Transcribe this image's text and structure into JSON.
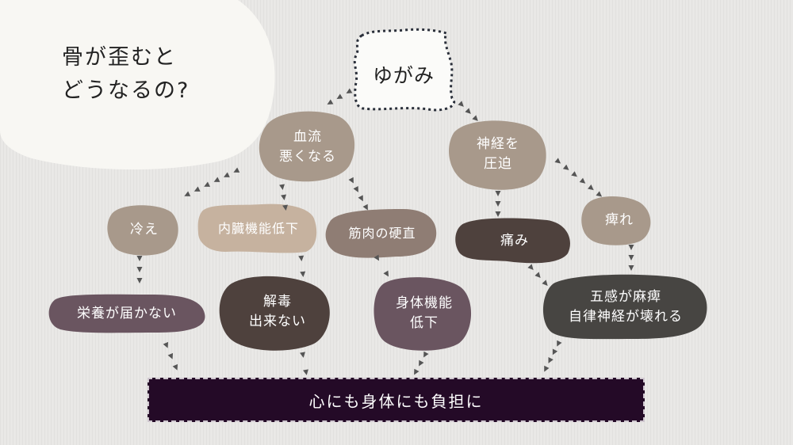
{
  "title": "骨が歪むと\nどうなるの?",
  "root": "ゆがみ",
  "nodes": {
    "blood_flow": "血流\n悪くなる",
    "nerve_pressure": "神経を\n圧迫",
    "coldness": "冷え",
    "organ_decline": "内臓機能低下",
    "muscle_stiff": "筋肉の硬直",
    "pain": "痛み",
    "numbness": "痺れ",
    "nutrition": "栄養が届かない",
    "detox": "解毒\n出来ない",
    "body_function": "身体機能\n低下",
    "senses": "五感が麻痺\n自律神経が壊れる"
  },
  "conclusion": "心にも身体にも負担に",
  "colors": {
    "taupe": "#a8998b",
    "beige": "#c6b29f",
    "mauve_brown": "#8f7d74",
    "dark_brown": "#4e413d",
    "plum": "#6a5560",
    "dark_gray": "#474542",
    "banner": "#240a27",
    "arrow": "#555555"
  }
}
